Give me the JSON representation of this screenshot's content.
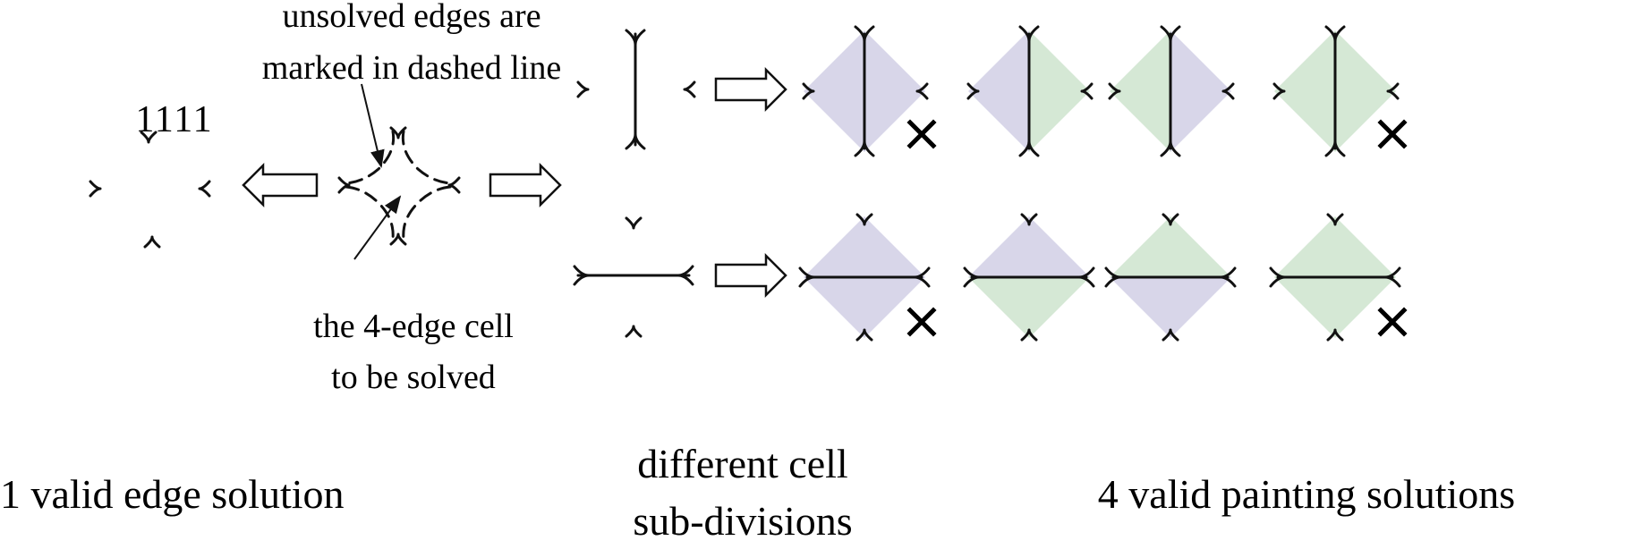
{
  "labels": {
    "code": "1111",
    "note_dashed_line1": "unsolved edges are",
    "note_dashed_line2": "marked in dashed line",
    "note_cell_line1": "the 4-edge cell",
    "note_cell_line2": "to be solved",
    "caption_edge": "1 valid edge solution",
    "caption_subdiv_line1": "different cell",
    "caption_subdiv_line2": "sub-divisions",
    "caption_paint": "4 valid painting solutions"
  },
  "markers": {
    "invalid_symbol": "✕"
  },
  "colors": {
    "region_purple": "#d8d6e9",
    "region_green": "#d5e8d5",
    "stroke": "#111111"
  },
  "paintings": {
    "vertical_row": [
      {
        "left": "purple",
        "right": "purple",
        "invalid": true
      },
      {
        "left": "purple",
        "right": "green",
        "invalid": false
      },
      {
        "left": "green",
        "right": "purple",
        "invalid": false
      },
      {
        "left": "green",
        "right": "green",
        "invalid": true
      }
    ],
    "horizontal_row": [
      {
        "top": "purple",
        "bottom": "purple",
        "invalid": true
      },
      {
        "top": "purple",
        "bottom": "green",
        "invalid": false
      },
      {
        "top": "green",
        "bottom": "purple",
        "invalid": false
      },
      {
        "top": "green",
        "bottom": "green",
        "invalid": true
      }
    ]
  }
}
